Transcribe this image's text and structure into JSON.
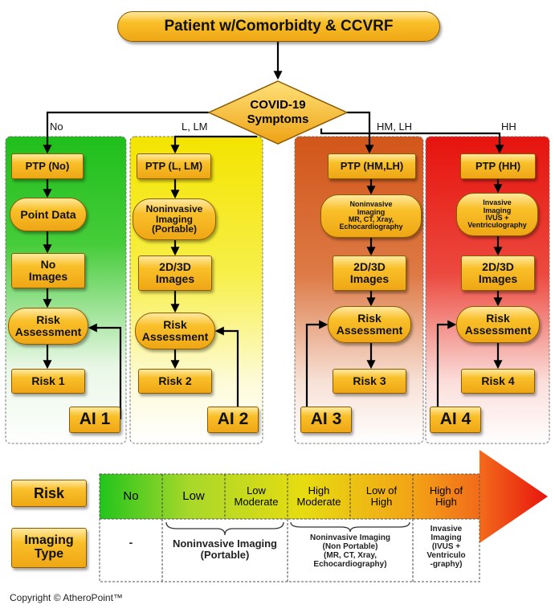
{
  "top": {
    "title": "Patient w/Comorbidty & CCVRF"
  },
  "decision": {
    "label": "COVID-19\nSymptoms"
  },
  "lanes": [
    {
      "branch": "No",
      "ptp": "PTP (No)",
      "step2": "Point Data",
      "step3": "No\nImages",
      "assess": "Risk\nAssessment",
      "risk": "Risk 1",
      "ai": "AI 1"
    },
    {
      "branch": "L, LM",
      "ptp": "PTP (L, LM)",
      "step2": "Noninvasive\nImaging\n(Portable)",
      "step3": "2D/3D\nImages",
      "assess": "Risk\nAssessment",
      "risk": "Risk 2",
      "ai": "AI 2"
    },
    {
      "branch": "HM, LH",
      "ptp": "PTP (HM,LH)",
      "step2": "Noninvasive\nImaging\nMR, CT, Xray,\nEchocardiography",
      "step3": "2D/3D\nImages",
      "assess": "Risk\nAssessment",
      "risk": "Risk 3",
      "ai": "AI 3"
    },
    {
      "branch": "HH",
      "ptp": "PTP (HH)",
      "step2": "Invasive\nImaging\nIVUS +\nVentriculography",
      "step3": "2D/3D\nImages",
      "assess": "Risk\nAssessment",
      "risk": "Risk 4",
      "ai": "AI 4"
    }
  ],
  "legend": {
    "risk_label": "Risk",
    "imaging_label": "Imaging\nType",
    "risk_levels": [
      "No",
      "Low",
      "Low\nModerate",
      "High\nModerate",
      "Low of\nHigh",
      "High of\nHigh"
    ],
    "imaging_types": [
      "-",
      "Noninvasive Imaging\n(Portable)",
      "Noninvasive Imaging\n(Non Portable)\n(MR, CT, Xray,\nEchocardiography)",
      "Invasive\nImaging\n(IVUS +\nVentriculo\n-graphy)"
    ]
  },
  "colors": {
    "box_fill": "#f9c02a",
    "lane1": "#22c41c",
    "lane2": "#f2e600",
    "lane3": "#d4581a",
    "lane4": "#e8140e"
  },
  "copyright": "Copyright © AtheroPoint™"
}
